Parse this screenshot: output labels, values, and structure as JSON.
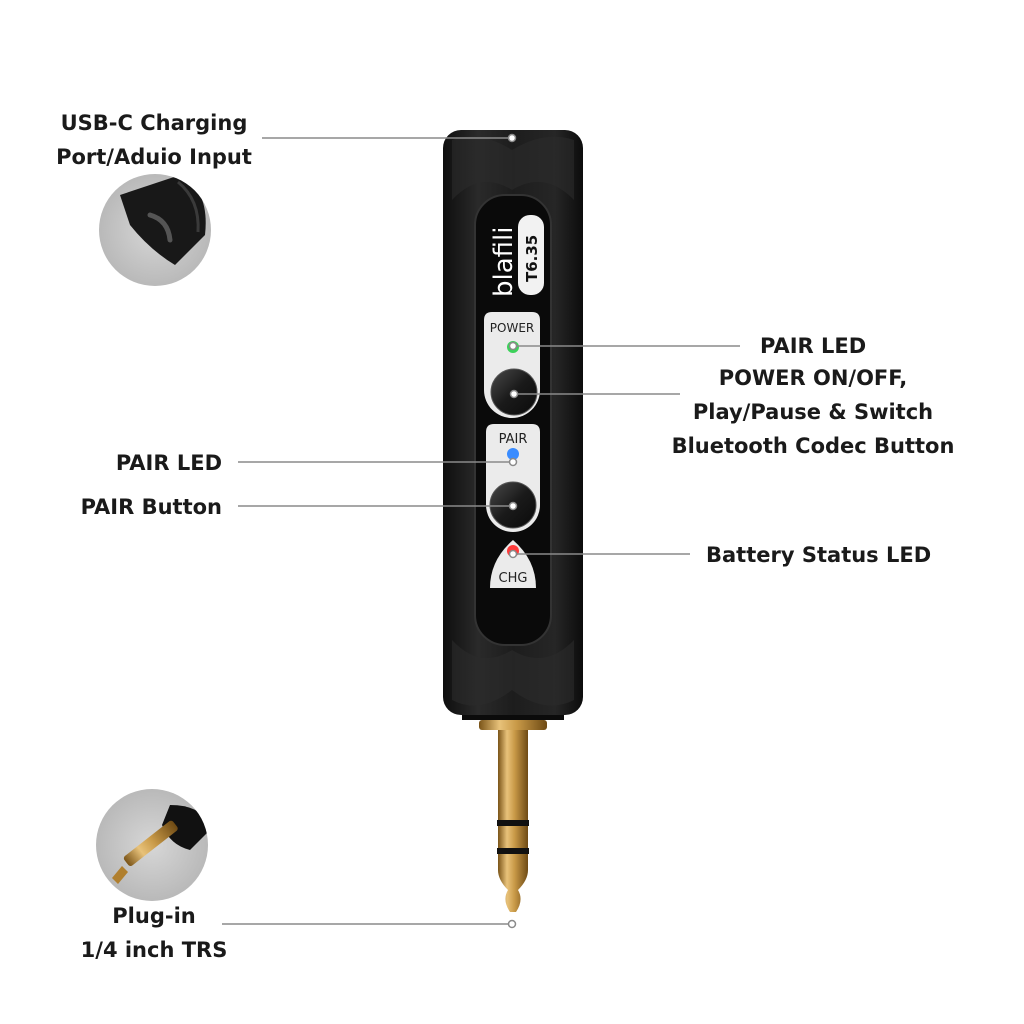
{
  "product": {
    "brand": "blafili",
    "model": "T6.35",
    "button_labels": {
      "power": "POWER",
      "pair": "PAIR",
      "charge": "CHG"
    }
  },
  "callouts": {
    "usb_c": {
      "line1": "USB-C Charging",
      "line2": "Port/Aduio Input"
    },
    "power_led": {
      "text": "PAIR LED"
    },
    "power_button": {
      "line1": "POWER ON/OFF,",
      "line2": "Play/Pause & Switch",
      "line3": "Bluetooth Codec Button"
    },
    "pair_led": {
      "text": "PAIR LED"
    },
    "pair_button": {
      "text": "PAIR Button"
    },
    "battery_led": {
      "text": "Battery Status LED"
    },
    "plug": {
      "line1": "Plug-in",
      "line2": "1/4 inch TRS"
    }
  },
  "colors": {
    "body": "#1c1c1c",
    "panel": "#e9e9e9",
    "power_led": "#3cd25a",
    "pair_led": "#3a8cff",
    "battery_led": "#ff3b3b",
    "gold": "#c89b4a",
    "leader_line": "#8a8a8a"
  },
  "icons": [
    "usb-c-port-detail-icon",
    "trs-plug-detail-icon"
  ]
}
